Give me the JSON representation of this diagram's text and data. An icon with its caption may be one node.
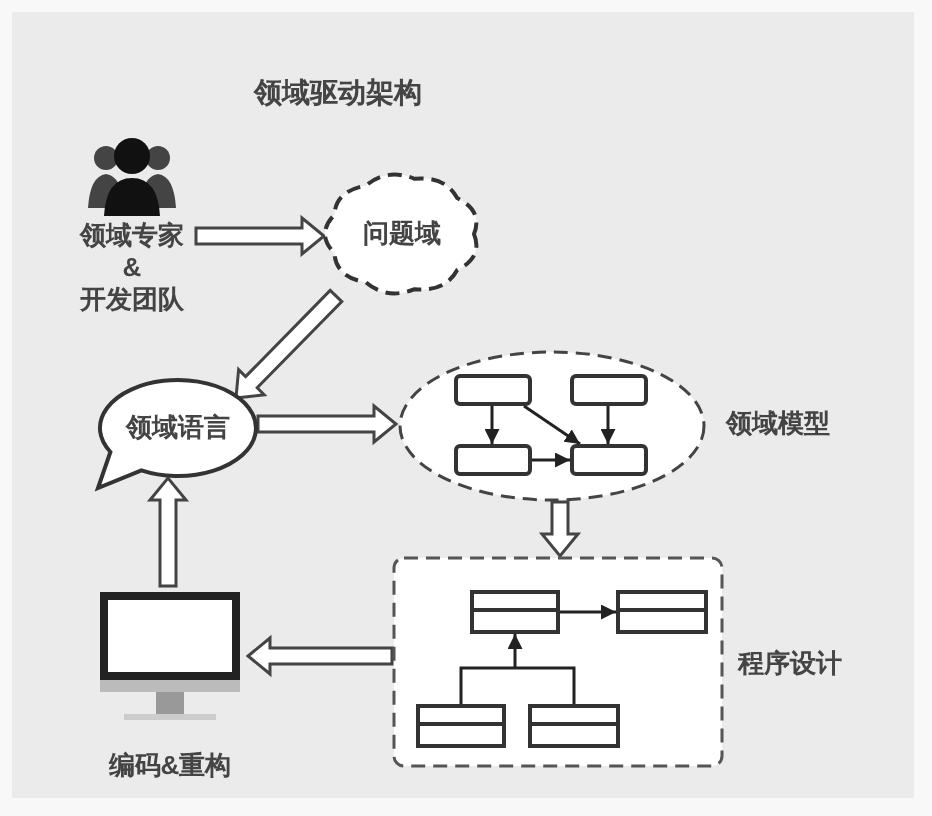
{
  "diagram": {
    "title": "领域驱动架构",
    "nodes": [
      {
        "text": [
          "领域专家 & 开发团队"
        ]
      },
      {
        "text": [
          "问题域"
        ]
      },
      {
        "text": [
          "领域语言"
        ]
      },
      {
        "text": [
          "领域模型"
        ]
      },
      {
        "text": [],
        "shape": "box",
        "in": 3
      },
      {
        "text": [],
        "shape": "box",
        "in": 3
      },
      {
        "text": [],
        "shape": "box",
        "in": 3
      },
      {
        "text": [],
        "shape": "box",
        "in": 3
      },
      {
        "text": [
          "程序设计"
        ]
      },
      {
        "text": [],
        "shape": "box",
        "in": 8
      },
      {
        "text": [],
        "shape": "box",
        "in": 8
      },
      {
        "text": [],
        "shape": "box",
        "in": 8
      },
      {
        "text": [],
        "shape": "box",
        "in": 8
      },
      {
        "text": [
          "编码&重构"
        ]
      }
    ],
    "edges": [
      {
        "from": 0,
        "to": 1,
        "arrow": "to",
        "style": "thick"
      },
      {
        "from": 1,
        "to": 2,
        "arrow": "to",
        "style": "thick"
      },
      {
        "from": 2,
        "to": 3,
        "arrow": "to",
        "style": "thick"
      },
      {
        "from": 3,
        "to": 8,
        "arrow": "to",
        "style": "thick"
      },
      {
        "from": 8,
        "to": 13,
        "arrow": "to",
        "style": "thick"
      },
      {
        "from": 13,
        "to": 2,
        "arrow": "to",
        "style": "thick"
      },
      {
        "from": 4,
        "to": 6,
        "arrow": "to"
      },
      {
        "from": 5,
        "to": 7,
        "arrow": "to"
      },
      {
        "from": 6,
        "to": 7,
        "arrow": "to"
      },
      {
        "from": 4,
        "to": 7,
        "arrow": "to"
      },
      {
        "from": 9,
        "to": 10,
        "arrow": "to"
      },
      {
        "from": 11,
        "to": 9,
        "arrow": "to"
      },
      {
        "from": 12,
        "to": 9,
        "arrow": "to"
      }
    ]
  }
}
